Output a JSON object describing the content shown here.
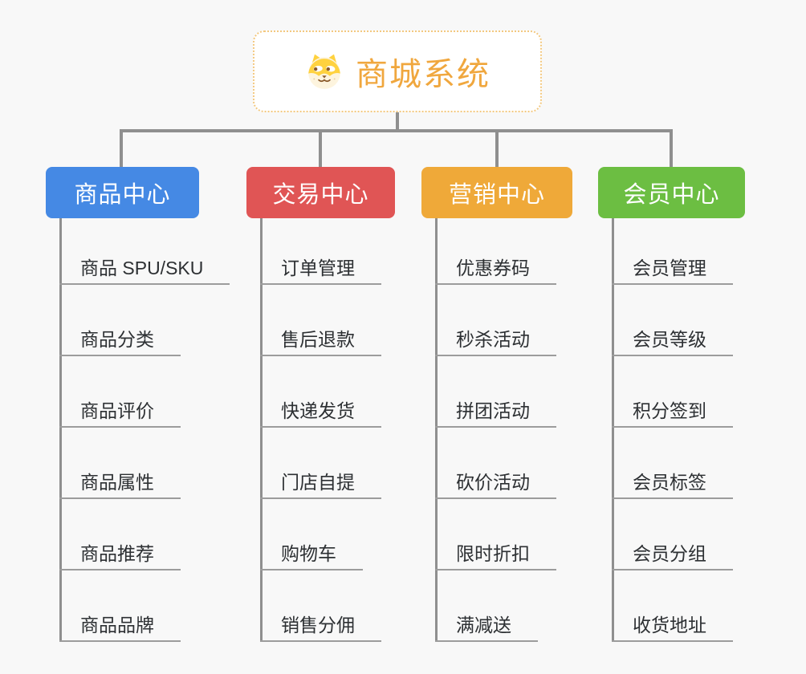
{
  "root": {
    "title": "商城系统",
    "icon": "shiba-dog-icon"
  },
  "branches": [
    {
      "label": "商品中心",
      "color": "#4589e4",
      "items": [
        "商品 SPU/SKU",
        "商品分类",
        "商品评价",
        "商品属性",
        "商品推荐",
        "商品品牌"
      ]
    },
    {
      "label": "交易中心",
      "color": "#e05555",
      "items": [
        "订单管理",
        "售后退款",
        "快递发货",
        "门店自提",
        "购物车",
        "销售分佣"
      ]
    },
    {
      "label": "营销中心",
      "color": "#efa939",
      "items": [
        "优惠券码",
        "秒杀活动",
        "拼团活动",
        "砍价活动",
        "限时折扣",
        "满减送"
      ]
    },
    {
      "label": "会员中心",
      "color": "#6cbe42",
      "items": [
        "会员管理",
        "会员等级",
        "积分签到",
        "会员标签",
        "会员分组",
        "收货地址"
      ]
    }
  ],
  "colors": {
    "background": "#f8f8f8",
    "connector": "#8f8f8f",
    "leaf_underline": "#9c9c9c",
    "leaf_text": "#2d3033",
    "root_text": "#f0a73e",
    "root_border": "#f3c87f"
  }
}
